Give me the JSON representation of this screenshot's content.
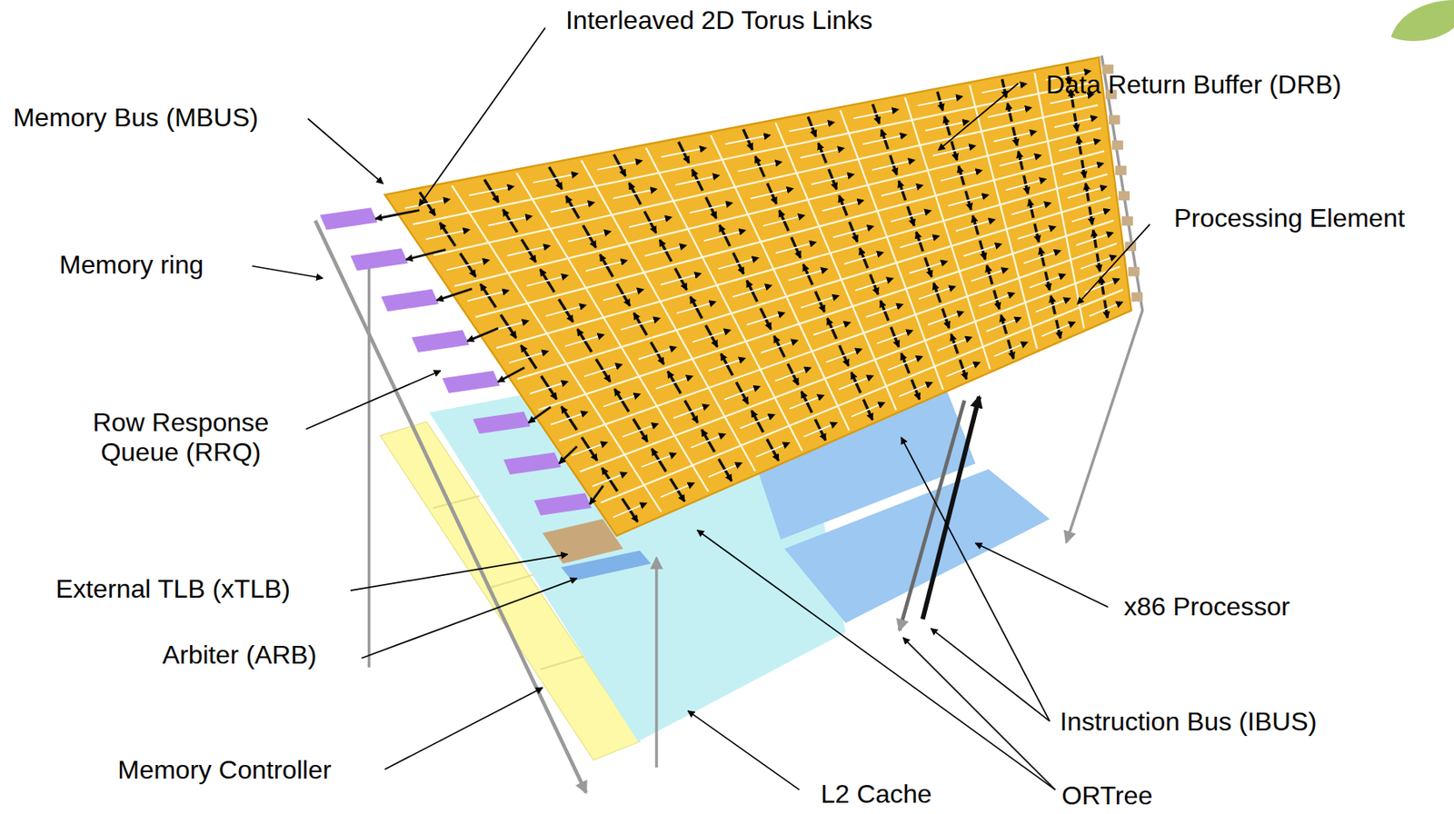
{
  "diagram": {
    "labels": [
      "Interleaved 2D Torus Links",
      "Data Return Buffer (DRB)",
      "Memory Bus (MBUS)",
      "Processing Element",
      "Memory ring",
      "Row Response Queue (RRQ)",
      "External TLB (xTLB)",
      "Arbiter (ARB)",
      "x86 Processor",
      "Instruction Bus (IBUS)",
      "Memory Controller",
      "L2 Cache",
      "ORTree"
    ]
  }
}
